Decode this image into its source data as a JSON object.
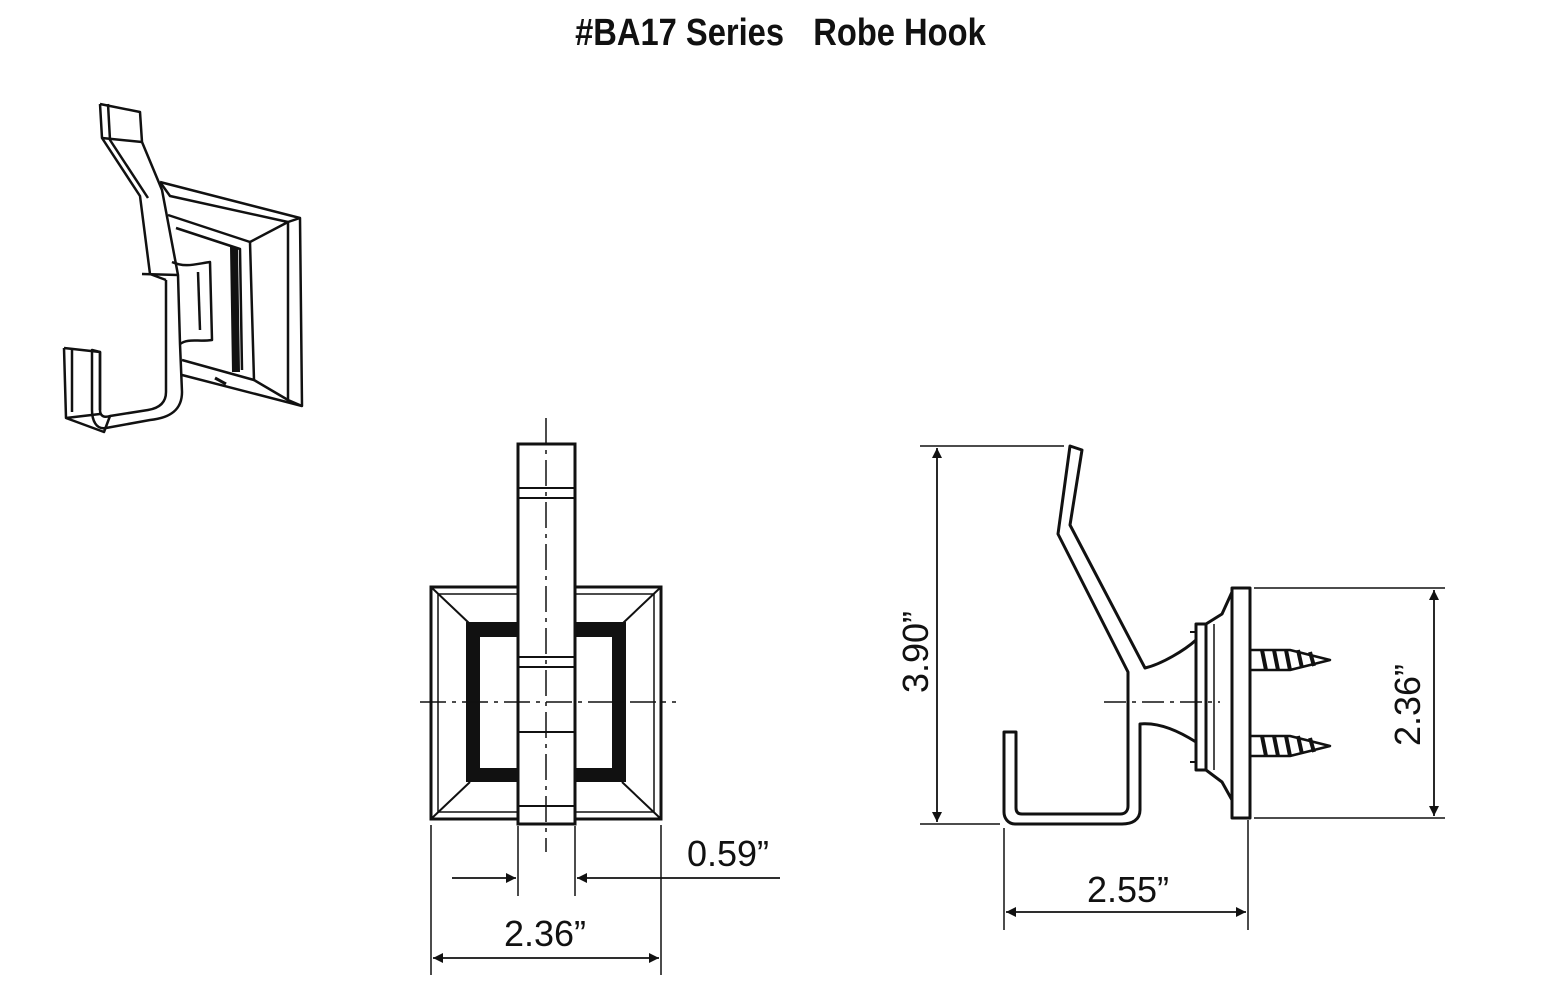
{
  "title": {
    "series": "#BA17 Series",
    "product": "Robe Hook"
  },
  "dimensions": {
    "front_width": "2.36”",
    "arm_width": "0.59”",
    "side_height": "3.90”",
    "plate_height": "2.36”",
    "side_depth": "2.55”"
  }
}
